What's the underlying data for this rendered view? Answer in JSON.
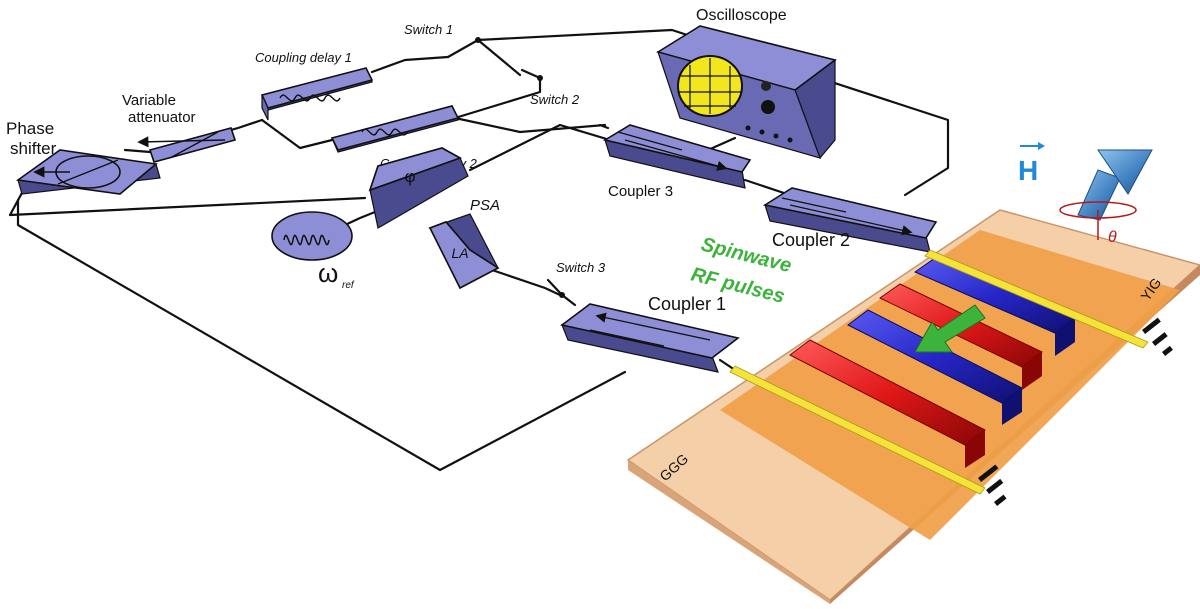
{
  "labels": {
    "oscilloscope": "Oscilloscope",
    "switch1": "Switch 1",
    "switch2": "Switch 2",
    "switch3": "Switch 3",
    "coupling_delay1": "Coupling delay 1",
    "coupling_delay2": "Coupling delay 2",
    "phase_shifter_line1": "Phase",
    "phase_shifter_line2": "shifter",
    "variable_attenuator_line1": "Variable",
    "variable_attenuator_line2": "attenuator",
    "psa": "PSA",
    "la": "LA",
    "phi_symbol": "φ",
    "omega_ref_symbol": "ω",
    "omega_ref_sub": "ref",
    "coupler1": "Coupler 1",
    "coupler2": "Coupler 2",
    "coupler3": "Coupler 3",
    "spinwave_line1": "Spinwave",
    "spinwave_line2": "RF pulses",
    "yig": "YIG",
    "ggg": "GGG",
    "field_symbol": "H",
    "angle_symbol": "θ"
  },
  "colors": {
    "component_blue": "#8e8ed6",
    "wave_red": "#e01818",
    "wave_blue": "#2626c8",
    "spinwave_green": "#3cb43c",
    "substrate": "#f5cfa8",
    "yig_film": "#f0a048",
    "antenna_yellow": "#f5e23a",
    "scope_screen": "#f2e61c",
    "field_vector": "#3f7fc0"
  }
}
